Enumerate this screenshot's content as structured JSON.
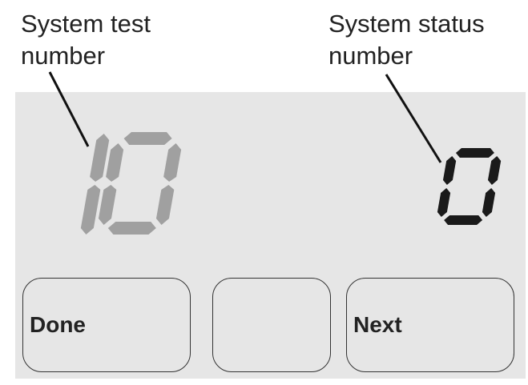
{
  "callouts": {
    "system_test": {
      "line1": "System test",
      "line2": "number"
    },
    "system_status": {
      "line1": "System status",
      "line2": "number"
    }
  },
  "display": {
    "system_test_number": "10",
    "system_status_number": "0"
  },
  "buttons": {
    "done_label": "Done",
    "middle_label": "",
    "next_label": "Next"
  },
  "colors": {
    "panel_background": "#e6e6e6",
    "test_digits": "#a0a0a0",
    "status_digits": "#1a1a1a",
    "callout_lines": "#111111"
  }
}
